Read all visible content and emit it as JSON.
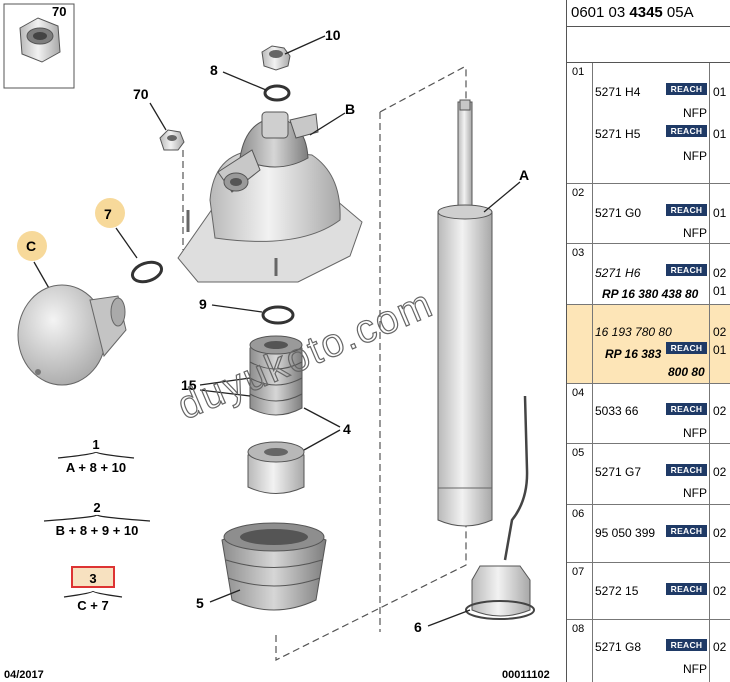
{
  "diagram": {
    "labels": {
      "l70_top": "70",
      "l10": "10",
      "l8": "8",
      "l70_mid": "70",
      "lB": "B",
      "l7": "7",
      "lC": "C",
      "lA": "A",
      "l9": "9",
      "l15": "15",
      "l4": "4",
      "l5": "5",
      "l6": "6"
    },
    "kits": [
      {
        "num": "1",
        "formula": "A + 8 + 10"
      },
      {
        "num": "2",
        "formula": "B + 8 + 9 + 10"
      },
      {
        "num": "3",
        "formula": "C + 7"
      }
    ],
    "watermark": "duyukoto.com",
    "date": "04/2017",
    "ref_code": "00011102",
    "colors": {
      "highlight_circle": "#f7d99a",
      "kit_box": "#d33",
      "line": "#222"
    }
  },
  "parts_table": {
    "header_prefix": "0601 03 ",
    "header_bold": "4345",
    "header_suffix": " 05A",
    "rows": [
      {
        "idx": "01",
        "entries": [
          {
            "ref": "5271 H4",
            "badge": "REACH",
            "qty": "01",
            "nfp": "NFP"
          },
          {
            "ref": "5271 H5",
            "badge": "REACH",
            "qty": "01",
            "nfp": "NFP"
          }
        ]
      },
      {
        "idx": "02",
        "entries": [
          {
            "ref": "5271 G0",
            "badge": "REACH",
            "qty": "01",
            "nfp": "NFP"
          }
        ]
      },
      {
        "idx": "03",
        "entries": [
          {
            "ref": "5271 H6",
            "badge": "REACH",
            "qty": "02",
            "ref2": "RP 16 380 438 80",
            "qty2": "01"
          }
        ]
      },
      {
        "idx": "",
        "entries": [
          {
            "ref": "16 193 780 80",
            "qty": "02",
            "ref2": "RP 16 383",
            "badge": "REACH",
            "qty2": "01",
            "ref3": "800 80"
          }
        ]
      },
      {
        "idx": "04",
        "entries": [
          {
            "ref": "5033 66",
            "badge": "REACH",
            "qty": "02",
            "nfp": "NFP"
          }
        ]
      },
      {
        "idx": "05",
        "entries": [
          {
            "ref": "5271 G7",
            "badge": "REACH",
            "qty": "02",
            "nfp": "NFP"
          }
        ]
      },
      {
        "idx": "06",
        "entries": [
          {
            "ref": "95 050 399",
            "badge": "REACH",
            "qty": "02"
          }
        ]
      },
      {
        "idx": "07",
        "entries": [
          {
            "ref": "5272 15",
            "badge": "REACH",
            "qty": "02"
          }
        ]
      },
      {
        "idx": "08",
        "entries": [
          {
            "ref": "5271 G8",
            "badge": "REACH",
            "qty": "02",
            "nfp": "NFP"
          }
        ]
      }
    ]
  }
}
